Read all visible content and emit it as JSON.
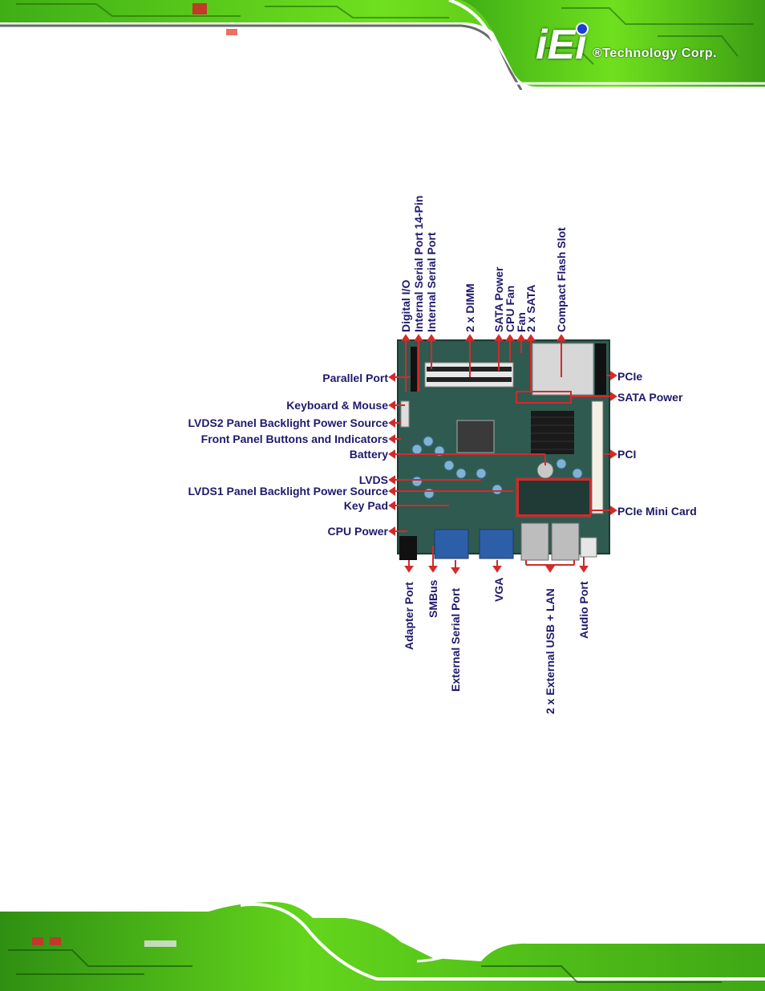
{
  "brand": {
    "logo_mark": "iEi",
    "company": "®Technology Corp."
  },
  "diagram": {
    "left_labels": [
      "Parallel Port",
      "Keyboard & Mouse",
      "LVDS2 Panel Backlight Power Source",
      "Front Panel Buttons and Indicators",
      "Battery",
      "LVDS",
      "LVDS1 Panel Backlight Power Source",
      "Key Pad",
      "CPU Power"
    ],
    "right_labels": [
      "PCIe",
      "SATA Power",
      "PCI",
      "PCIe Mini Card"
    ],
    "top_labels": [
      "Digital I/O",
      "Internal Serial Port 14-Pin",
      "Internal Serial Port",
      "2 x DIMM",
      "SATA Power",
      "CPU Fan",
      "Fan",
      "2 x SATA",
      "Compact Flash Slot"
    ],
    "bottom_labels": [
      "Adapter Port",
      "SMBus",
      "External Serial Port",
      "VGA",
      "2 x External USB + LAN",
      "Audio Port"
    ],
    "colors": {
      "label_text": "#1f1a6b",
      "arrow": "#d42a2a",
      "pcb": "#2f5a50",
      "banner_green": "#5cd11c"
    }
  }
}
